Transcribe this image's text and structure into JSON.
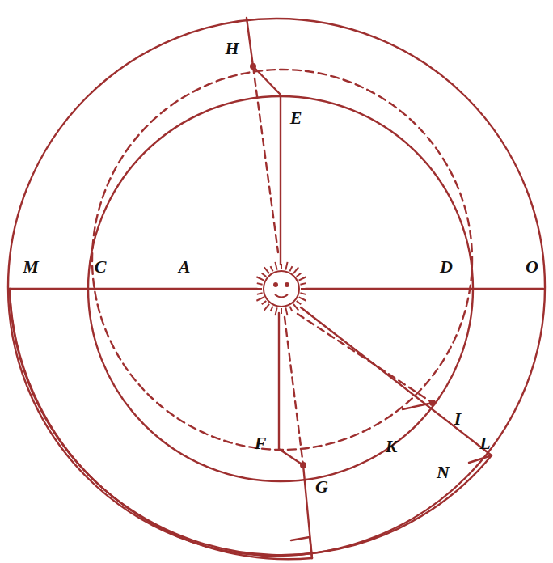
{
  "diagram": {
    "labels": [
      "H",
      "E",
      "M",
      "C",
      "A",
      "D",
      "O",
      "F",
      "K",
      "I",
      "N",
      "L",
      "G"
    ]
  }
}
